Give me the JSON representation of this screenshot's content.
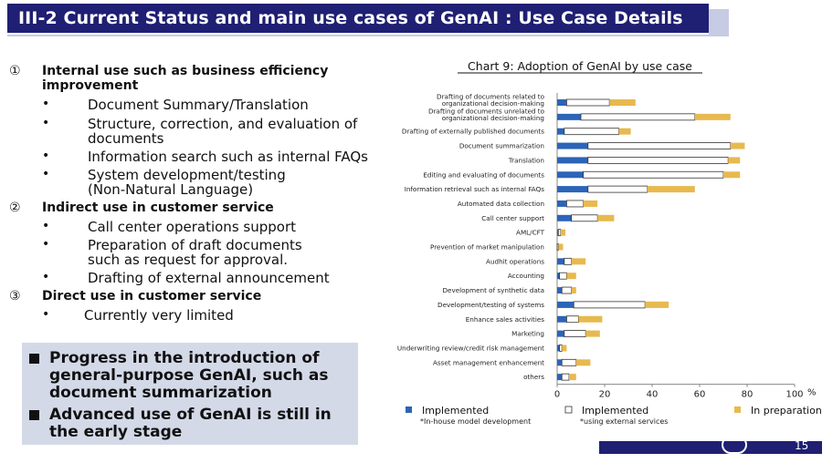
{
  "header": {
    "title": "III-2 Current Status and main use cases of GenAI : Use Case Details"
  },
  "sections": [
    {
      "num": "①",
      "title": "Internal use such as business efficiency improvement",
      "items": [
        "Document Summary/Translation",
        "Structure, correction, and evaluation of documents",
        "Information search such as internal FAQs",
        "System development/testing (Non-Natural Language)"
      ]
    },
    {
      "num": "②",
      "title": "Indirect use in customer service",
      "items": [
        "Call center operations support",
        "Preparation of draft documents such as request for approval.",
        "Drafting of external announcement"
      ]
    },
    {
      "num": "③",
      "title": "Direct use in customer service",
      "items": [
        "Currently very limited"
      ]
    }
  ],
  "summary": [
    "Progress in the introduction of general-purpose GenAI, such as document summarization",
    "Advanced use of GenAI is still in the early stage"
  ],
  "footer": {
    "page": "15"
  },
  "chart_data": {
    "type": "bar",
    "orientation": "horizontal",
    "stacked": true,
    "title": "Chart 9: Adoption of GenAI by use case",
    "xlim": [
      0,
      100
    ],
    "xticks": [
      0,
      20,
      40,
      60,
      80,
      100
    ],
    "x_unit": "%",
    "categories": [
      "Drafting of documents related to organizational decision-making",
      "Drafting of documents unrelated to organizational decision-making",
      "Drafting of externally published documents",
      "Document summarization",
      "Translation",
      "Editing and evaluating of documents",
      "Information retrieval such as internal FAQs",
      "Automated data collection",
      "Call center support",
      "AML/CFT",
      "Prevention of market manipulation",
      "Audhit operations",
      "Accounting",
      "Development of synthetic data",
      "Development/testing of systems",
      "Enhance sales activities",
      "Marketing",
      "Underwriting review/credit risk management",
      "Asset management enhancement",
      "others"
    ],
    "series": [
      {
        "name": "Implemented",
        "note": "*In-house model development",
        "color": "#2c64b8",
        "values": [
          4,
          10,
          3,
          13,
          13,
          11,
          13,
          4,
          6,
          0.5,
          0,
          3,
          1,
          2,
          7,
          4,
          3,
          1,
          2,
          2
        ]
      },
      {
        "name": "Implemented",
        "note": "*using external services",
        "color": "#ffffff",
        "values": [
          18,
          48,
          23,
          60,
          59,
          59,
          25,
          7,
          11,
          1,
          0.5,
          3,
          3,
          4,
          30,
          5,
          9,
          1,
          6,
          3
        ]
      },
      {
        "name": "In preparation",
        "note": "",
        "color": "#e7b94f",
        "values": [
          11,
          15,
          5,
          6,
          5,
          7,
          20,
          6,
          7,
          2,
          2,
          6,
          4,
          2,
          10,
          10,
          6,
          2,
          6,
          3
        ]
      }
    ]
  }
}
